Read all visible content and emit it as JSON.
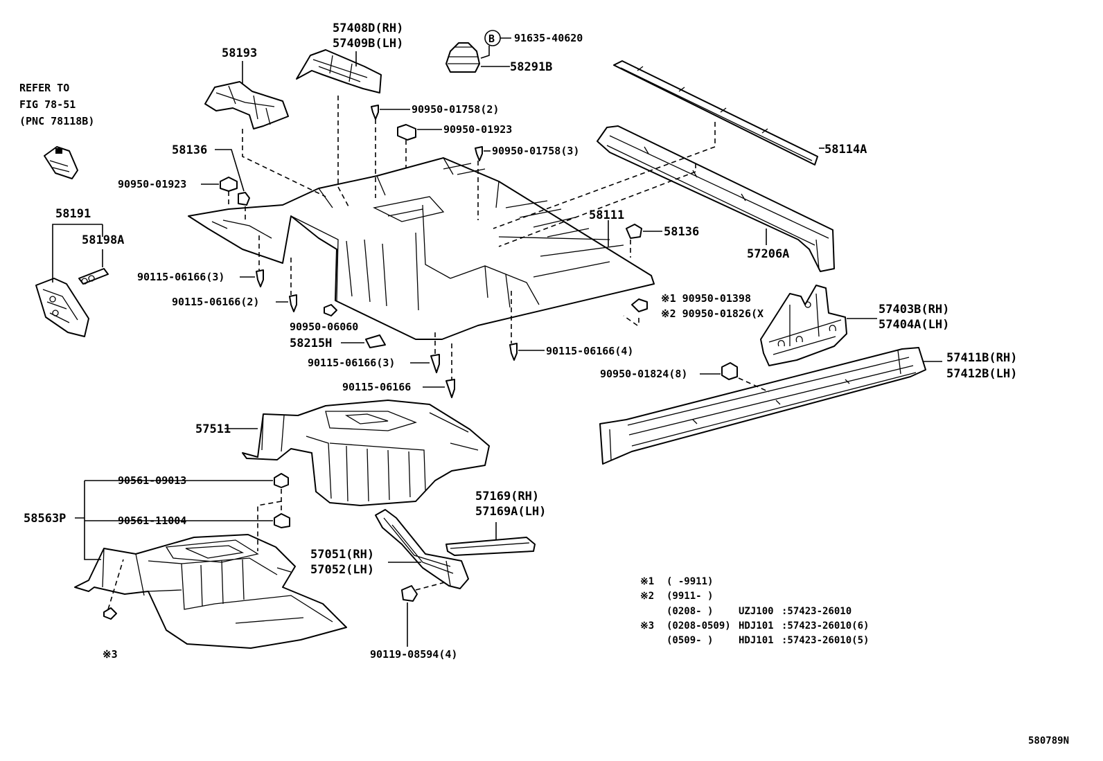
{
  "diagram_id": "580789N",
  "refer_note": [
    "REFER TO",
    "FIG 78-51",
    "(PNC 78118B)"
  ],
  "labels": {
    "p58193": "58193",
    "p57408d": "57408D(RH)",
    "p57409b": "57409B(LH)",
    "p91635": "91635-40620",
    "p58291b": "58291B",
    "circle_b": "B",
    "p90950_01758_2": "90950-01758(2)",
    "p90950_01923_a": "90950-01923",
    "p90950_01758_3": "90950-01758(3)",
    "p58114a": "58114A",
    "p58136_a": "58136",
    "p90950_01923_b": "90950-01923",
    "p58191": "58191",
    "p58198a": "58198A",
    "p58111": "58111",
    "p58136_b": "58136",
    "p57206a": "57206A",
    "p90115_3_a": "90115-06166(3)",
    "p90115_2": "90115-06166(2)",
    "p90950_06060": "90950-06060",
    "p58215h": "58215H",
    "p90950_01398": "※1 90950-01398",
    "p90950_01826": "※2 90950-01826(X",
    "p57403b": "57403B(RH)",
    "p57404a": "57404A(LH)",
    "p90115_4": "90115-06166(4)",
    "p90115_3_b": "90115-06166(3)",
    "p90115_single": "90115-06166",
    "p90950_01824": "90950-01824(8)",
    "p57411b": "57411B(RH)",
    "p57412b": "57412B(LH)",
    "p57511": "57511",
    "p90561_09013": "90561-09013",
    "p58563p": "58563P",
    "p90561_11004": "90561-11004",
    "p57169": "57169(RH)",
    "p57169a": "57169A(LH)",
    "p57051": "57051(RH)",
    "p57052": "57052(LH)",
    "p90119": "90119-08594(4)",
    "mark3": "※3"
  },
  "notes": [
    {
      "mark": "※1",
      "range": "(      -9911)",
      "model": "",
      "part": ""
    },
    {
      "mark": "※2",
      "range": "(9911-      )",
      "model": "",
      "part": ""
    },
    {
      "mark": "",
      "range": "(0208-      )",
      "model": "UZJ100",
      "part": ":57423-26010"
    },
    {
      "mark": "※3",
      "range": "(0208-0509)",
      "model": "HDJ101",
      "part": ":57423-26010(6)"
    },
    {
      "mark": "",
      "range": "(0509-      )",
      "model": "HDJ101",
      "part": ":57423-26010(5)"
    }
  ]
}
